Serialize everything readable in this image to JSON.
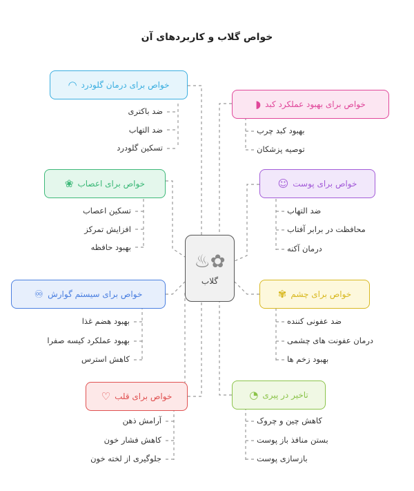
{
  "title": "خواص گلاب و کاربردهای آن",
  "center": {
    "label": "گلاب",
    "icon": "rose-bottle-icon"
  },
  "branches": [
    {
      "id": "throat",
      "label": "خواص برای درمان گلودرد",
      "icon": "throat-icon",
      "color": "#3aaee0",
      "bg": "#e6f5fc",
      "items": [
        "ضد باکتری",
        "ضد التهاب",
        "تسکین گلودرد"
      ]
    },
    {
      "id": "liver",
      "label": "خواص برای بهبود عملکرد کبد",
      "icon": "liver-icon",
      "color": "#e0479a",
      "bg": "#fce6f2",
      "items": [
        "بهبود کبد چرب",
        "توصیه پزشکان"
      ]
    },
    {
      "id": "nerves",
      "label": "خواص برای اعصاب",
      "icon": "brain-icon",
      "color": "#3cb878",
      "bg": "#e4f7ec",
      "items": [
        "تسکین اعصاب",
        "افزایش تمرکز",
        "بهبود حافظه"
      ]
    },
    {
      "id": "skin",
      "label": "خواص برای پوست",
      "icon": "face-icon",
      "color": "#a35bd8",
      "bg": "#f2e8fb",
      "items": [
        "ضد التهاب",
        "محافظت در برابر آفتاب",
        "درمان آکنه"
      ]
    },
    {
      "id": "digestion",
      "label": "خواص برای سیستم گوارش",
      "icon": "stomach-icon",
      "color": "#4a7fe0",
      "bg": "#e7effc",
      "items": [
        "بهبود هضم غذا",
        "بهبود عملکرد کیسه صفرا",
        "کاهش استرس"
      ]
    },
    {
      "id": "eyes",
      "label": "خواص برای چشم",
      "icon": "eye-plant-icon",
      "color": "#d8b820",
      "bg": "#fdf8dc",
      "items": [
        "ضد عفونی کننده",
        "درمان عفونت های چشمی",
        "بهبود زخم ها"
      ]
    },
    {
      "id": "heart",
      "label": "خواص برای قلب",
      "icon": "heart-hand-icon",
      "color": "#e05050",
      "bg": "#fde8e8",
      "items": [
        "آرامش ذهن",
        "کاهش فشار خون",
        "جلوگیری از لخته خون"
      ]
    },
    {
      "id": "aging",
      "label": "تاخیر در پیری",
      "icon": "aging-clock-icon",
      "color": "#8bc34a",
      "bg": "#f0f8e4",
      "items": [
        "کاهش چین و چروک",
        "بستن منافذ باز پوست",
        "بازسازی پوست"
      ]
    }
  ]
}
